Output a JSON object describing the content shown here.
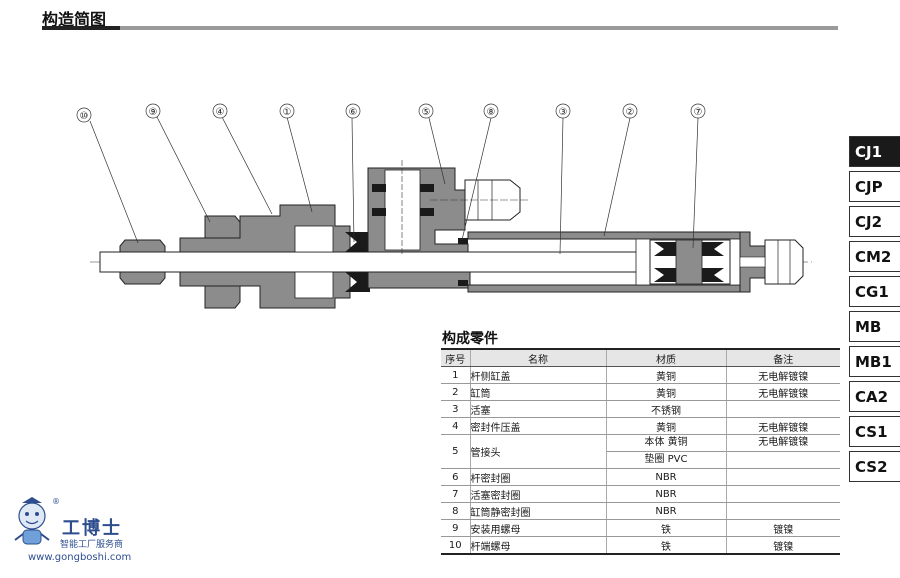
{
  "header": {
    "title": "构造简图"
  },
  "callouts": [
    "⑩",
    "⑨",
    "④",
    "①",
    "⑥",
    "⑤",
    "⑧",
    "③",
    "②",
    "⑦"
  ],
  "parts_table": {
    "title": "构成零件",
    "columns": [
      "序号",
      "名称",
      "材质",
      "备注"
    ],
    "rows": [
      {
        "no": "1",
        "name": "杆侧缸盖",
        "material": "黄铜",
        "note": "无电解镀镍"
      },
      {
        "no": "2",
        "name": "缸筒",
        "material": "黄铜",
        "note": "无电解镀镍"
      },
      {
        "no": "3",
        "name": "活塞",
        "material": "不锈钢",
        "note": ""
      },
      {
        "no": "4",
        "name": "密封件压盖",
        "material": "黄铜",
        "note": "无电解镀镍"
      },
      {
        "no": "5",
        "name": "管接头",
        "material": "本体 黄铜",
        "material2": "垫圈 PVC",
        "note": "无电解镀镍"
      },
      {
        "no": "6",
        "name": "杆密封圈",
        "material": "NBR",
        "note": ""
      },
      {
        "no": "7",
        "name": "活塞密封圈",
        "material": "NBR",
        "note": ""
      },
      {
        "no": "8",
        "name": "缸筒静密封圈",
        "material": "NBR",
        "note": ""
      },
      {
        "no": "9",
        "name": "安装用螺母",
        "material": "铁",
        "note": "镀镍"
      },
      {
        "no": "10",
        "name": "杆端螺母",
        "material": "铁",
        "note": "镀镍"
      }
    ]
  },
  "side_tabs": [
    "CJ1",
    "CJP",
    "CJ2",
    "CM2",
    "CG1",
    "MB",
    "MB1",
    "CA2",
    "CS1",
    "CS2"
  ],
  "active_tab": "CJ1",
  "logo": {
    "name": "工博士",
    "subtitle": "智能工厂服务商",
    "url": "www.gongboshi.com",
    "mark": "®"
  },
  "colors": {
    "section_fill": "#8c8c8c",
    "seal_fill": "#1a1a1a",
    "tab_active": "#1a1a1a",
    "logo_blue": "#2d4e8e"
  }
}
